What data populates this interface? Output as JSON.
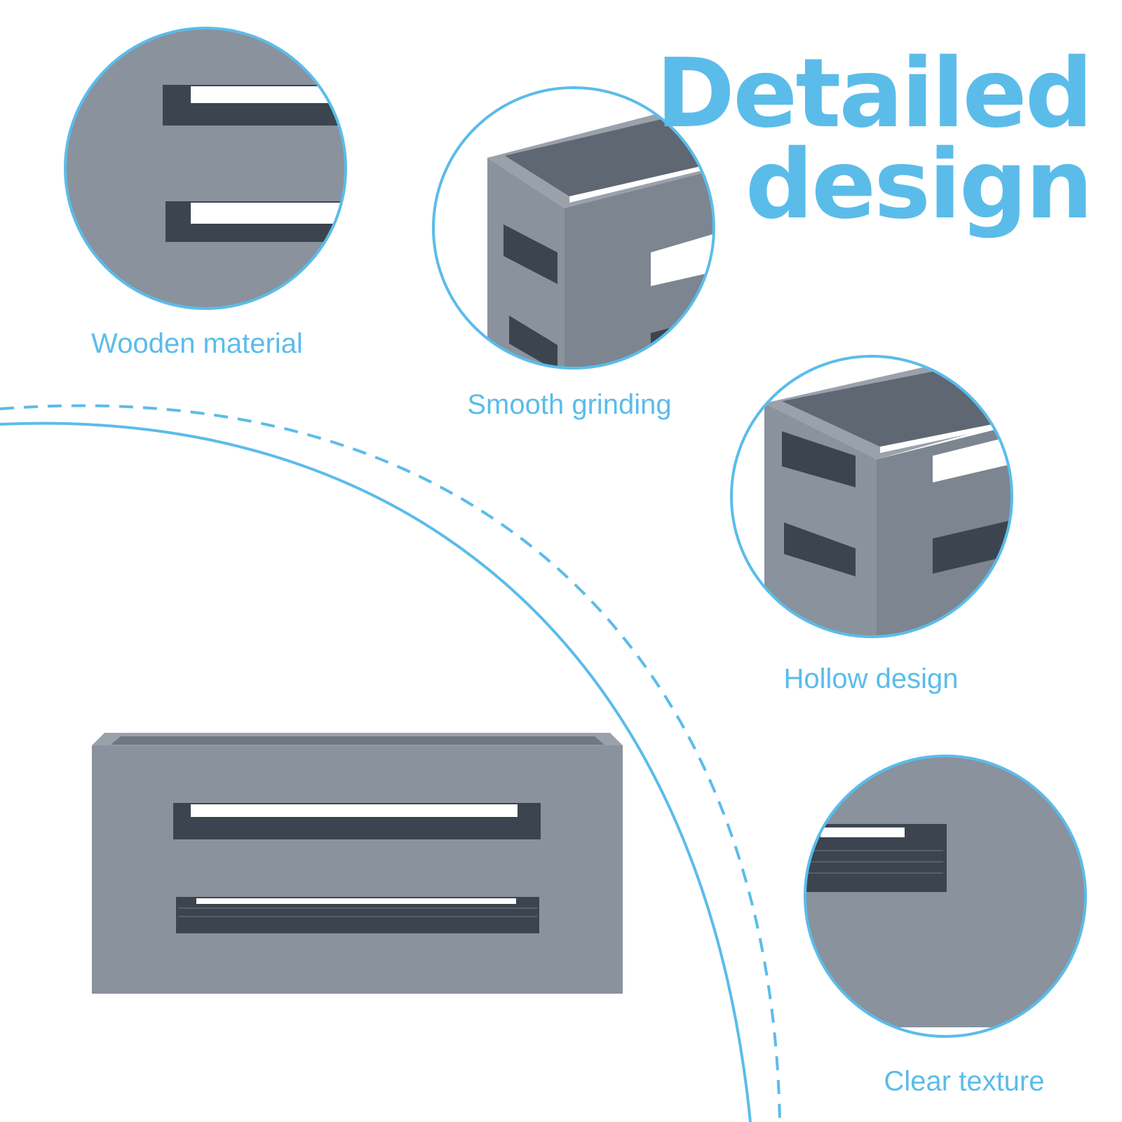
{
  "headline": {
    "line1": "Detailed",
    "line2": "design"
  },
  "features": [
    {
      "label": "Wooden material",
      "icon": "slot-closeup-icon"
    },
    {
      "label": "Smooth grinding",
      "icon": "corner-closeup-icon"
    },
    {
      "label": "Hollow design",
      "icon": "hollow-corner-closeup-icon"
    },
    {
      "label": "Clear texture",
      "icon": "texture-closeup-icon"
    }
  ],
  "colors": {
    "accent": "#5bbcea",
    "wood_face": "#8a929d",
    "wood_side": "#7d8590",
    "wood_top": "#9aa1ab",
    "slot_dark": "#3c4450",
    "background": "#ffffff"
  }
}
